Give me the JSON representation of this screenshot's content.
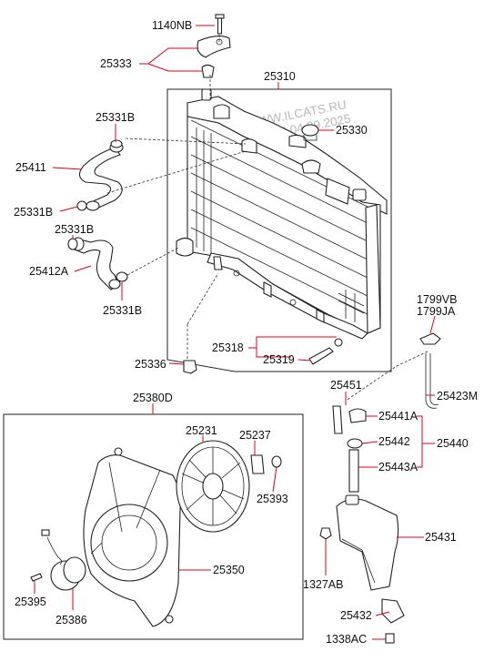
{
  "watermark": {
    "line1": "WWW.ILCATS.RU",
    "line2": "0028 04.09.2025"
  },
  "part_labels": {
    "p1140NB": "1140NB",
    "p25333": "25333",
    "p25310": "25310",
    "p25331B_a": "25331B",
    "p25330": "25330",
    "p25411": "25411",
    "p25331B_b": "25331B",
    "p25331B_c": "25331B",
    "p25412A": "25412A",
    "p25331B_d": "25331B",
    "p1799VB": "1799VB",
    "p1799JA": "1799JA",
    "p25318": "25318",
    "p25319": "25319",
    "p25336": "25336",
    "p25451": "25451",
    "p25423M": "25423M",
    "p25380D": "25380D",
    "p25441A": "25441A",
    "p25231": "25231",
    "p25237": "25237",
    "p25442": "25442",
    "p25440": "25440",
    "p25443A": "25443A",
    "p25393": "25393",
    "p25431": "25431",
    "p25350": "25350",
    "p1327AB": "1327AB",
    "p25395": "25395",
    "p25386": "25386",
    "p25432": "25432",
    "p1338AC": "1338AC"
  },
  "colors": {
    "leader": "#e0001b",
    "line": "#222222",
    "watermark": "#b9b9b9"
  }
}
